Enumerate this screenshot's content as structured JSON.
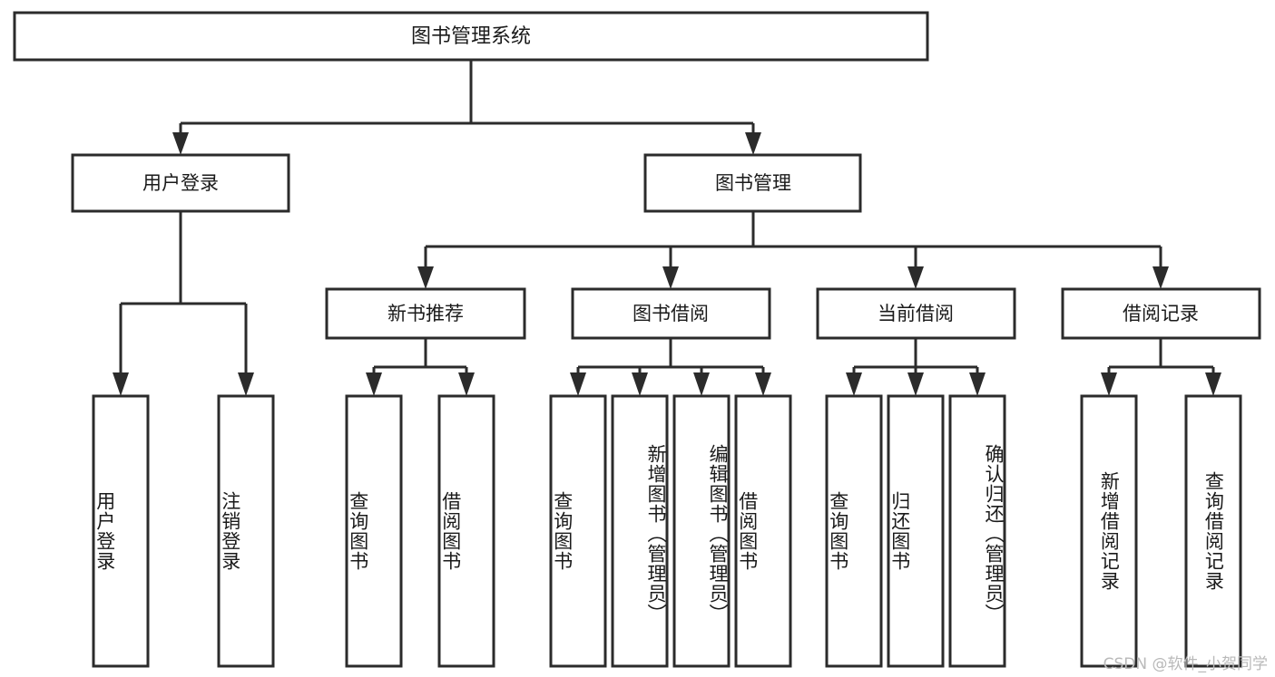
{
  "diagram": {
    "type": "tree",
    "title": "图书管理系统",
    "watermark": "CSDN @软件_小贺同学",
    "colors": {
      "box_stroke": "#2b2b2b",
      "box_fill": "#ffffff",
      "text": "#1a1a1a",
      "background": "#ffffff",
      "watermark": "#b9b9b9"
    },
    "root": {
      "label": "图书管理系统",
      "level": 0
    },
    "level1": [
      {
        "label": "用户登录"
      },
      {
        "label": "图书管理"
      }
    ],
    "level2": [
      {
        "label": "新书推荐",
        "parent": "图书管理"
      },
      {
        "label": "图书借阅",
        "parent": "图书管理"
      },
      {
        "label": "当前借阅",
        "parent": "图书管理"
      },
      {
        "label": "借阅记录",
        "parent": "图书管理"
      }
    ],
    "leaves": {
      "user_login": [
        {
          "label": "用户登录"
        },
        {
          "label": "注销登录"
        }
      ],
      "new_book_recommend": [
        {
          "label": "查询图书"
        },
        {
          "label": "借阅图书"
        }
      ],
      "book_borrow": [
        {
          "label": "查询图书"
        },
        {
          "label": "新增图书（管理员）"
        },
        {
          "label": "编辑图书（管理员）"
        },
        {
          "label": "借阅图书"
        }
      ],
      "current_borrow": [
        {
          "label": "查询图书"
        },
        {
          "label": "归还图书"
        },
        {
          "label": "确认归还（管理员）"
        }
      ],
      "borrow_record": [
        {
          "label": "新增借阅记录"
        },
        {
          "label": "查询借阅记录"
        }
      ]
    }
  }
}
